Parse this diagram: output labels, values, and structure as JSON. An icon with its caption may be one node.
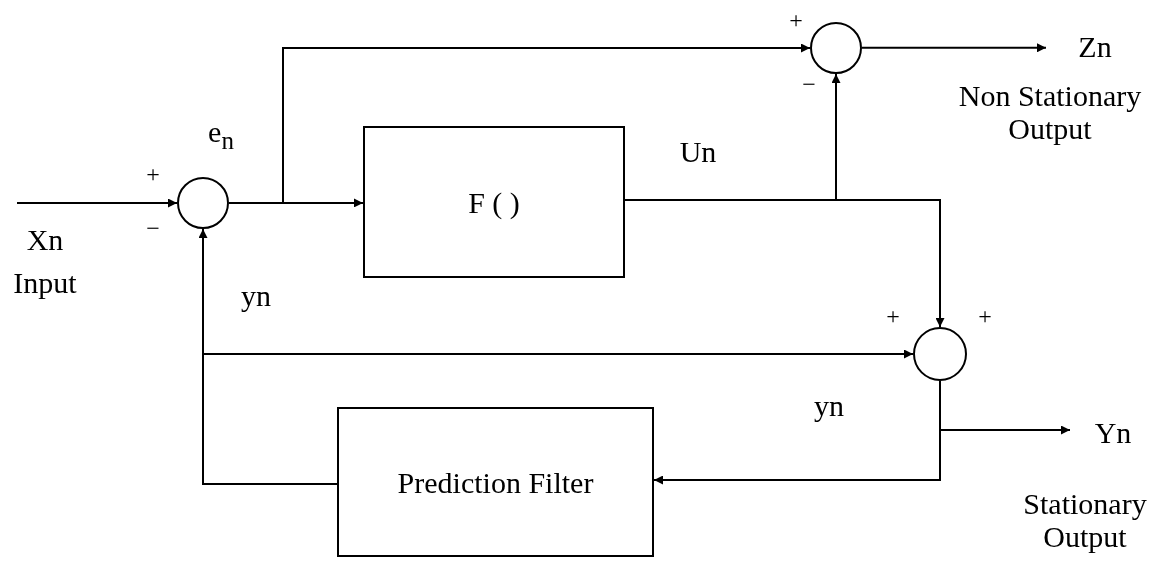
{
  "diagram": {
    "nodes": [
      {
        "text": [],
        "shape": "circle"
      },
      {
        "text": [
          "F ( )"
        ]
      },
      {
        "text": [],
        "shape": "circle"
      },
      {
        "text": [],
        "shape": "circle"
      },
      {
        "text": [
          "Prediction Filter"
        ]
      },
      {
        "text": [
          "Zn"
        ],
        "beside": [
          "Non Stationary Output"
        ]
      },
      {
        "text": [
          "Yn"
        ],
        "beside": [
          "Stationary Output"
        ]
      }
    ],
    "edges": [
      {
        "from": null,
        "to": 0,
        "arrow": "to"
      },
      {
        "from": 0,
        "to": 1,
        "arrow": "to"
      },
      {
        "from": 0,
        "to": 2,
        "arrow": "to"
      },
      {
        "from": 1,
        "to": 2,
        "arrow": "to"
      },
      {
        "from": 1,
        "to": 3,
        "arrow": "to"
      },
      {
        "from": 4,
        "to": 0,
        "arrow": "to"
      },
      {
        "from": 4,
        "to": 3,
        "arrow": "to"
      },
      {
        "from": 2,
        "to": 5,
        "arrow": "to"
      },
      {
        "from": 3,
        "to": 6,
        "arrow": "to"
      },
      {
        "from": 3,
        "to": 4,
        "arrow": "to"
      }
    ],
    "labels": [
      "+",
      "e$_{n}$",
      "+",
      "Un",
      "−",
      "Xn",
      "Input",
      "−",
      "yn",
      "+",
      "+",
      "yn"
    ]
  }
}
